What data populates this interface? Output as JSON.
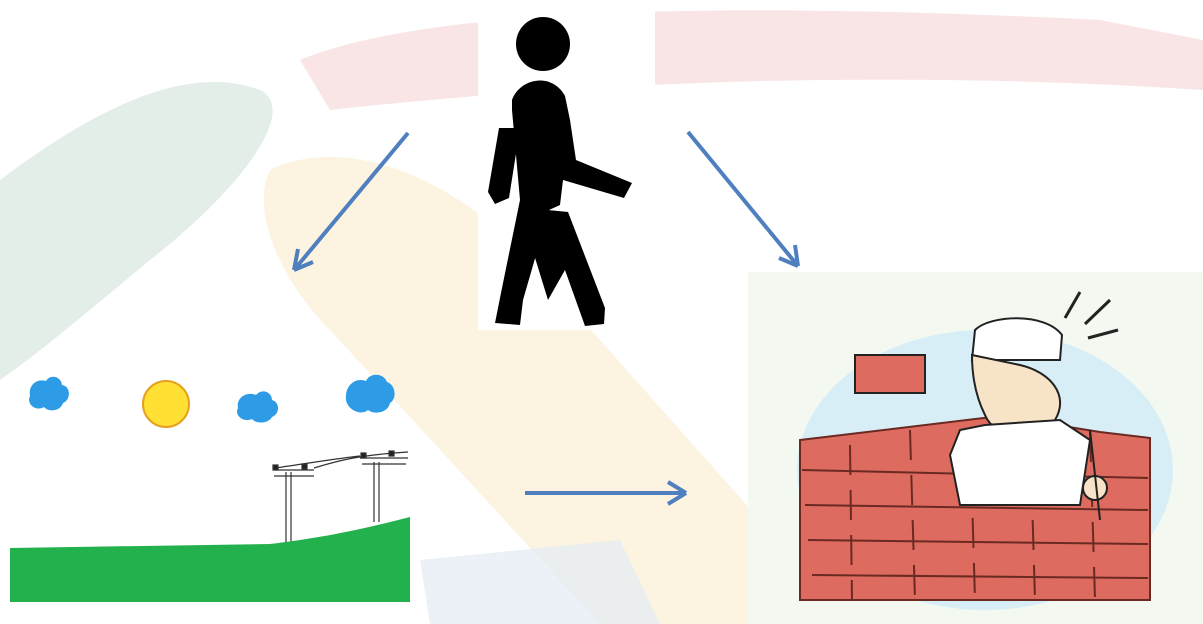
{
  "diagram": {
    "nodes": [
      {
        "id": "walking-person",
        "icon": "walking-person-icon"
      },
      {
        "id": "landscape",
        "icon": "landscape-scene-icon"
      },
      {
        "id": "bricklayer",
        "icon": "bricklayer-worker-icon"
      }
    ],
    "edges": [
      {
        "from": "walking-person",
        "to": "landscape"
      },
      {
        "from": "walking-person",
        "to": "bricklayer"
      },
      {
        "from": "landscape",
        "to": "bricklayer"
      }
    ]
  },
  "colors": {
    "arrow": "#4f7fbf",
    "grass": "#22b14c",
    "sun": "#ffe033",
    "cloud": "#2d9be6",
    "brick": "#dd6b60",
    "figure": "#000000"
  }
}
